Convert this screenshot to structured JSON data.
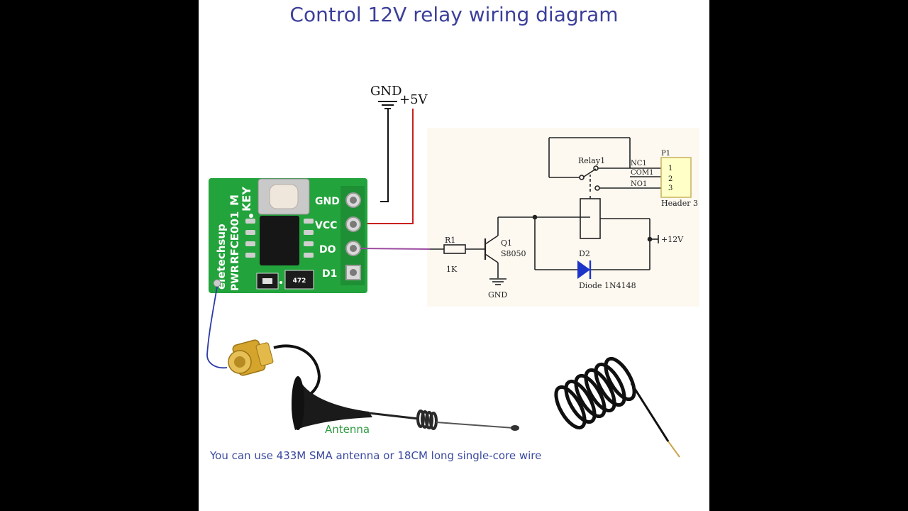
{
  "title": "Control 12V relay wiring diagram",
  "caption": "You can use 433M SMA antenna or 18CM long single-core wire",
  "antenna_label": "Antenna",
  "power": {
    "gnd": "GND",
    "vcc": "+5V"
  },
  "module": {
    "brand": "eletechsup",
    "model": "RFCE001",
    "key": "KEY",
    "mode": "M",
    "pwr": "PWR",
    "chip_code": "472",
    "pins": [
      "GND",
      "VCC",
      "DO",
      "D1"
    ]
  },
  "schematic": {
    "r1_ref": "R1",
    "r1_value": "1K",
    "q1_ref": "Q1",
    "q1_part": "S8050",
    "gnd": "GND",
    "relay": "Relay1",
    "nc": "NC1",
    "com": "COM1",
    "no": "NO1",
    "header_ref": "P1",
    "header_pins": [
      "1",
      "2",
      "3"
    ],
    "header_name": "Header 3",
    "supply": "+12V",
    "d2_ref": "D2",
    "d2_part": "Diode 1N4148"
  },
  "colors": {
    "title": "#3b3f9a",
    "pcb": "#23a33c",
    "vcc_wire": "#cc1f1f",
    "signal_wire": "#9b4aa0",
    "diode": "#1c35c8",
    "header": "#ffffc8",
    "antenna_wire": "#2a3aa8"
  },
  "icons": [
    "ground-icon",
    "sma-connector-icon",
    "magnetic-antenna-icon",
    "coil-wire-icon"
  ]
}
